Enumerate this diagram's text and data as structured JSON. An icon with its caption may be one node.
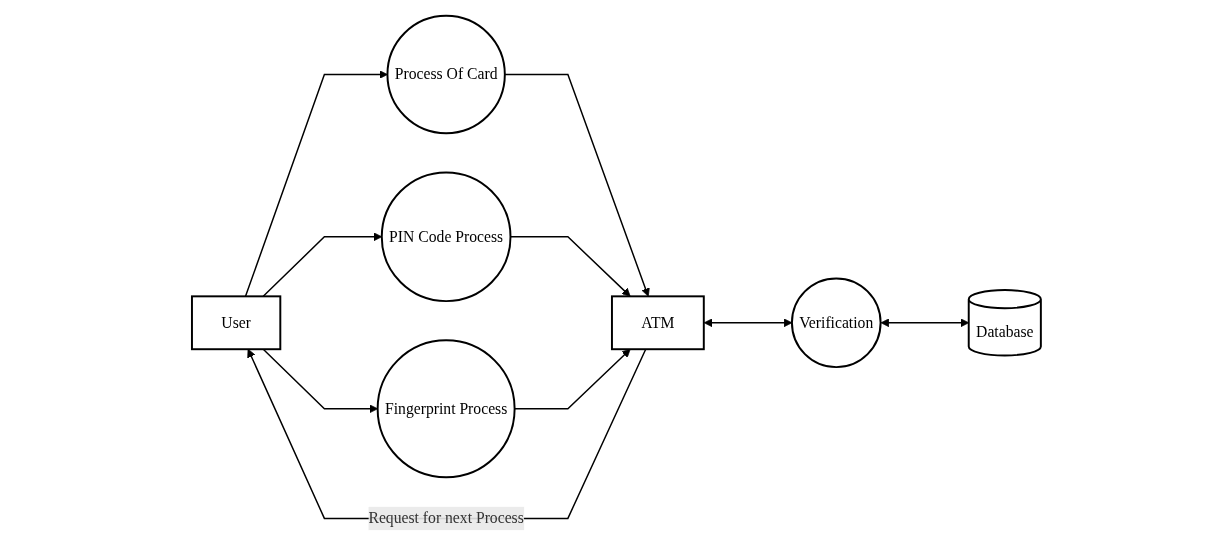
{
  "diagram": {
    "nodes": [
      {
        "text": [
          "User"
        ]
      },
      {
        "text": [
          "Process Of Card"
        ]
      },
      {
        "text": [
          "PIN Code Process"
        ]
      },
      {
        "text": [
          "Fingerprint Process"
        ]
      },
      {
        "text": [
          "ATM"
        ]
      },
      {
        "text": [
          "Verification"
        ]
      },
      {
        "text": [
          "Database"
        ]
      }
    ],
    "edges": [
      {
        "from": 0,
        "to": 1,
        "arrow": "to"
      },
      {
        "from": 0,
        "to": 2,
        "arrow": "to"
      },
      {
        "from": 0,
        "to": 3,
        "arrow": "to"
      },
      {
        "from": 1,
        "to": 4,
        "arrow": "to"
      },
      {
        "from": 2,
        "to": 4,
        "arrow": "to"
      },
      {
        "from": 3,
        "to": 4,
        "arrow": "to"
      },
      {
        "from": 4,
        "to": 0,
        "label": "Request for next Process",
        "arrow": "to"
      },
      {
        "from": 4,
        "to": 5,
        "arrow": "both"
      },
      {
        "from": 5,
        "to": 6,
        "arrow": "both"
      }
    ]
  }
}
